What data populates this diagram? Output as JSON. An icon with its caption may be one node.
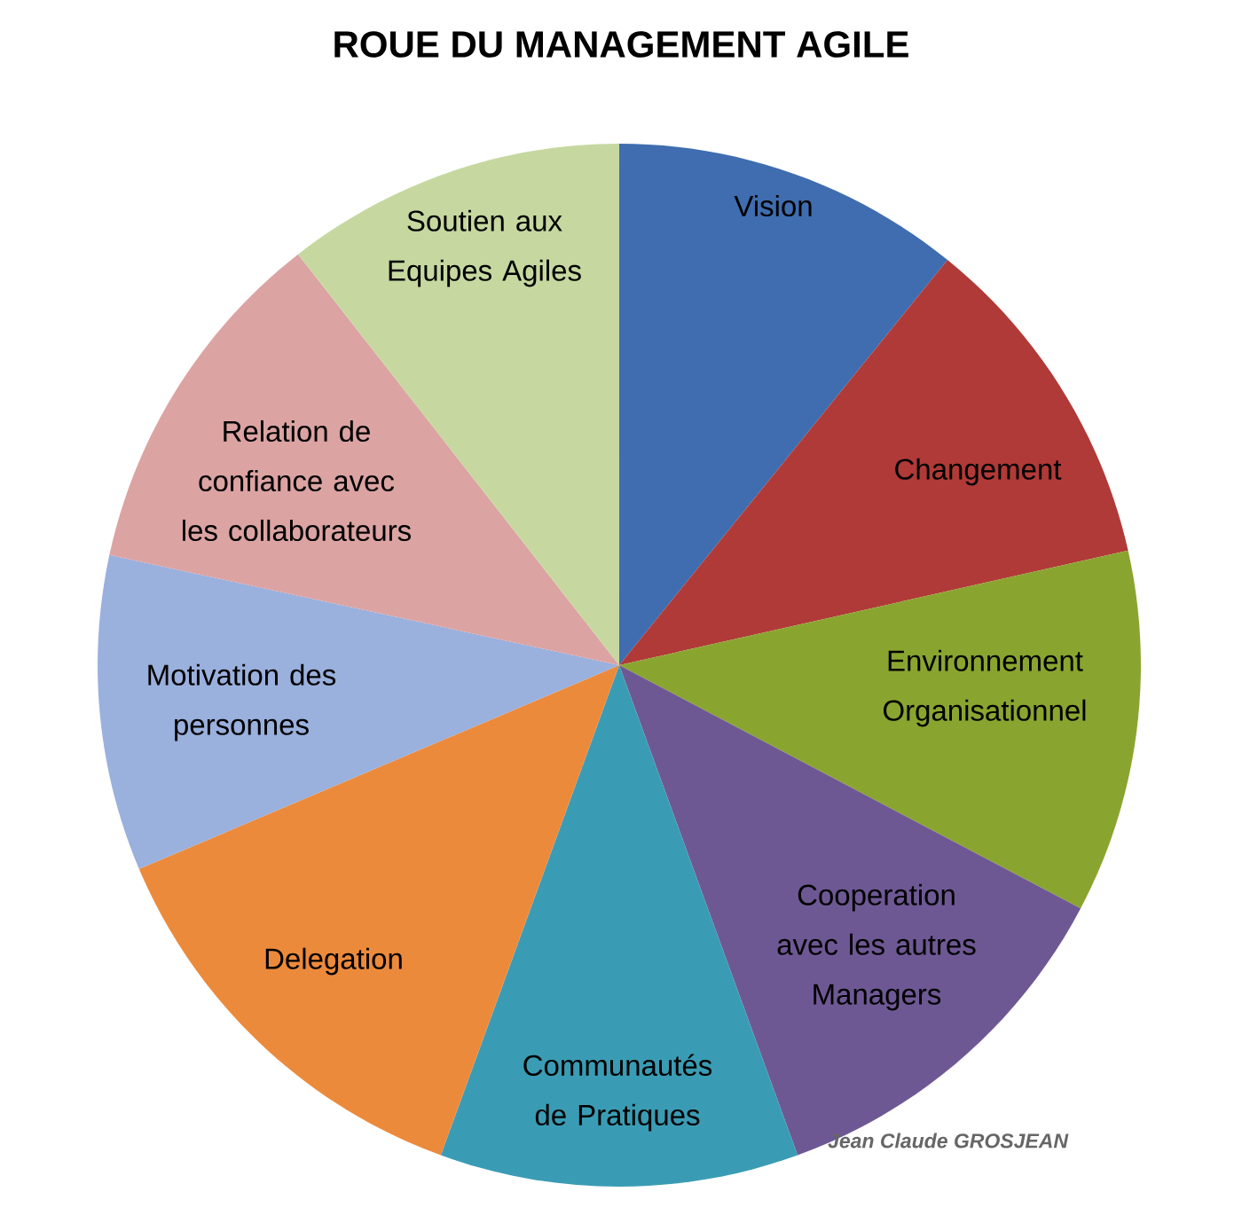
{
  "diagram": {
    "title": "ROUE DU MANAGEMENT AGILE",
    "nodes": [
      {
        "text": [
          "Vision"
        ]
      },
      {
        "text": [
          "Changement"
        ]
      },
      {
        "text": [
          "Environnement Organisationnel"
        ]
      },
      {
        "text": [
          "Cooperation avec les autres Managers"
        ]
      },
      {
        "text": [
          "Communautés de Pratiques"
        ]
      },
      {
        "text": [
          "Delegation"
        ]
      },
      {
        "text": [
          "Motivation des personnes"
        ]
      },
      {
        "text": [
          "Relation de confiance avec les collaborateurs"
        ]
      },
      {
        "text": [
          "Soutien aux Equipes Agiles"
        ]
      }
    ],
    "labels": [
      "Jean Claude GROSJEAN"
    ]
  }
}
